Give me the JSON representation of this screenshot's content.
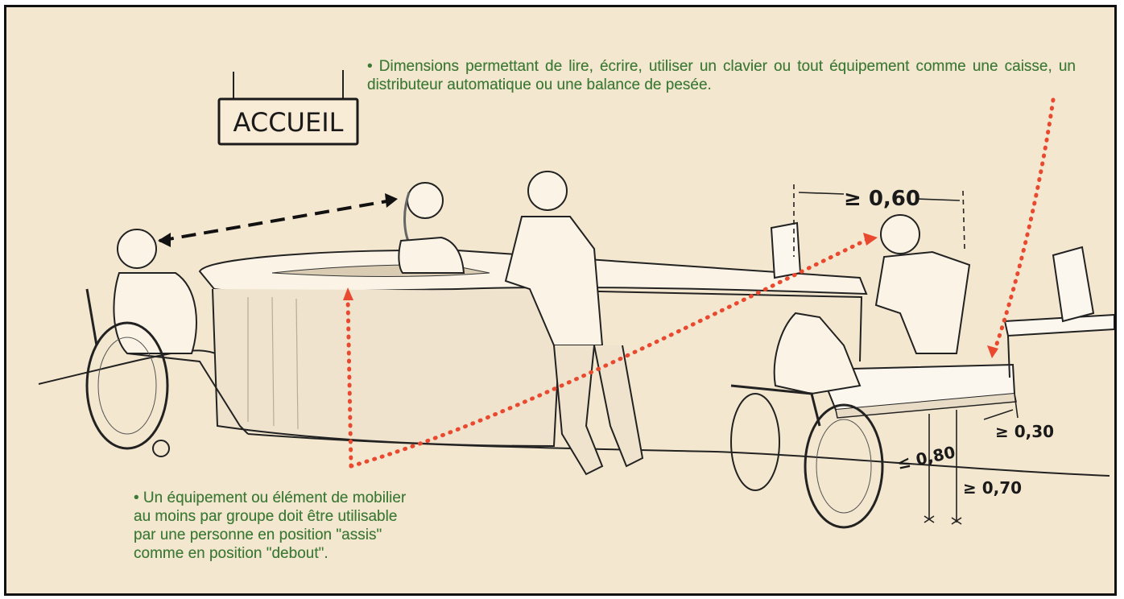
{
  "sign": {
    "label": "ACCUEIL"
  },
  "notes": {
    "top": "• Dimensions permettant de lire, écrire, utiliser un clavier ou tout équipement comme une caisse, un distributeur automatique ou une balance de pesée.",
    "bottom_lines": [
      "• Un équipement ou élément de mobilier",
      "au moins par groupe doit être utilisable",
      "par une personne en position \"assis\"",
      "comme en position \"debout\"."
    ]
  },
  "dimensions": {
    "width": "≥ 0,60",
    "depth": "≥ 0,30",
    "max_height": "≤ 0,80",
    "min_height": "≥ 0,70"
  },
  "colors": {
    "background": "#f4e7cf",
    "note_text": "#3d7a36",
    "red_dots": "#e8492f",
    "ink": "#1a1a1a"
  }
}
